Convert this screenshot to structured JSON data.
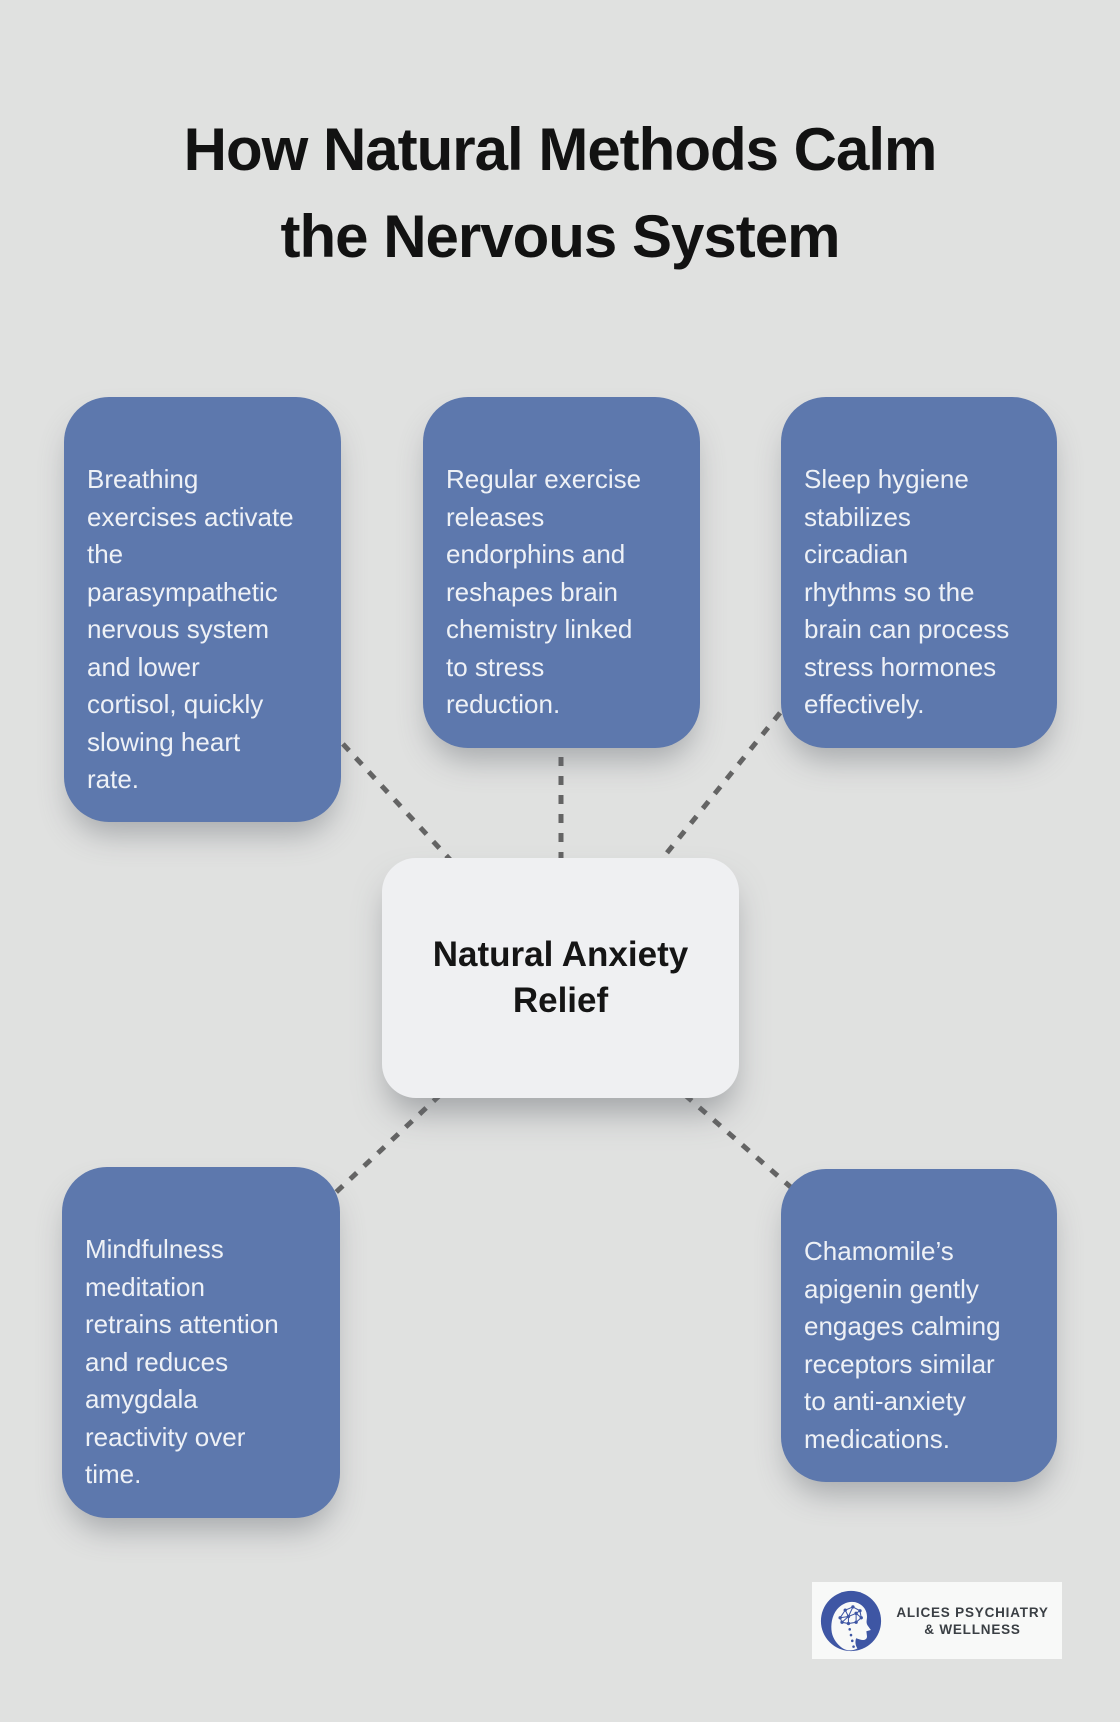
{
  "title": "How Natural Methods Calm\nthe Nervous System",
  "center": {
    "label": "Natural Anxiety\nRelief"
  },
  "nodes": [
    {
      "id": "breathing",
      "text": "Breathing\nexercises activate\nthe\nparasympathetic\nnervous system\nand lower\ncortisol, quickly\nslowing heart\nrate."
    },
    {
      "id": "exercise",
      "text": "Regular exercise\nreleases\nendorphins and\nreshapes brain\nchemistry linked\nto stress\nreduction."
    },
    {
      "id": "sleep",
      "text": "Sleep hygiene\nstabilizes\ncircadian\nrhythms so the\nbrain can process\nstress hormones\neffectively."
    },
    {
      "id": "mindfulness",
      "text": "Mindfulness\nmeditation\nretrains attention\nand reduces\namygdala\nreactivity over\ntime."
    },
    {
      "id": "chamomile",
      "text": "Chamomile’s\napigenin gently\nengages calming\nreceptors similar\nto anti-anxiety\nmedications."
    }
  ],
  "logo": {
    "line1": "ALICES PSYCHIATRY",
    "line2": "& WELLNESS"
  },
  "colors": {
    "background": "#e0e1e0",
    "card_blue": "#5d78ad",
    "card_text": "#eef1f6",
    "center_bg": "#eff0f2",
    "center_text": "#151515",
    "connector": "#646464",
    "title": "#121212",
    "logo_circle_blue": "#3e56a4",
    "logo_text": "#3a3f44",
    "logo_bg": "#f8f9f8"
  }
}
